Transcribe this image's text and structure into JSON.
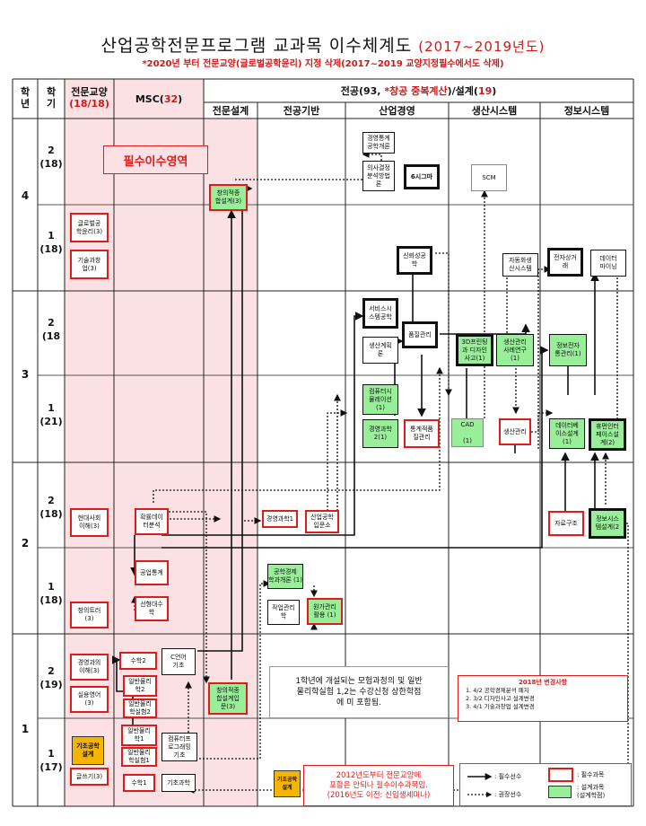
{
  "title": {
    "main": "산업공학전문프로그램 교과목 이수체계도",
    "years": "(2017~2019년도)"
  },
  "subtitle": "*2020년 부터 전문교양(글로벌공학윤리) 지정 삭제(2017~2019 교양지정필수에서도 삭제)",
  "header": {
    "year": "학\n년",
    "semester": "학\n기",
    "gen_ed": "전문교양",
    "gen_ed_credits": "(18/18)",
    "msc": "MSC(",
    "msc_credits": "32",
    "msc_close": ")",
    "major": "전공(93, ",
    "major_note": "*창공 중복계산",
    "major_mid": ")/설계(",
    "design_credits": "19",
    "major_close": ")",
    "tracks": [
      "전문설계",
      "전공기반",
      "산업경영",
      "생산시스템",
      "정보시스템"
    ]
  },
  "required_area_label": "필수이수영역",
  "years": [
    "4",
    "3",
    "2",
    "1"
  ],
  "semesters": [
    "2\n(18)",
    "1\n(18)",
    "2\n(18",
    "1\n(21)",
    "2\n(18)",
    "1\n(18)",
    "2\n(19)",
    "1\n(17)"
  ],
  "courses": {
    "y4s2_mgmt1": "경영통계\n공학개론",
    "y4s2_mgmt2": "의사결정\n분석방법\n론",
    "y4s2_sixsigma": "6시그마",
    "y4s2_scm": "SCM",
    "y4_design": "창의적종\n합설계(3)",
    "y4s1_ged1": "글로벌공\n학윤리(3)",
    "y4s1_ged2": "기술과창\n업(3)",
    "y4s1_qm": "신뢰성공\n학",
    "y4s1_auto": "자동화생\n산시스템",
    "y4s1_eb": "전자상거\n래",
    "y4s1_dm": "데이터\n마이닝",
    "y3s2_service": "서비스시\n스템공학",
    "y3s2_plan": "생산계획\n론",
    "y3s2_qc": "품질관리",
    "y3s2_3d": "3D프린팅\n과 디자인\n사고(1)",
    "y3s2_prodsys": "생산관리\n사례연구\n(1)",
    "y3s2_infomgmt": "정보전자\n통관리(1)",
    "y3s1_sim": "컴퓨터시\n뮬레이션\n(1)",
    "y3s1_or2": "경영과학\n2(1)",
    "y3s1_stat": "통계적품\n질관리",
    "y3s1_cad": "CAD\n\n(1)",
    "y3s1_prodmgmt": "생산관리",
    "y3s1_db": "데이터베\n이스설계\n(1)",
    "y3s1_hci": "휴먼인터\n페이스설\n계(2)",
    "y2s2_ged": "현대사회\n이해(3)",
    "y2s2_prob": "확률데이\n터분석",
    "y2s2_or1": "경영과학1",
    "y2s2_ie": "산업공학\n입문소",
    "y2s2_ds": "자료구조",
    "y2s2_iscd": "정보시스\n템설계(2",
    "y2s1_ged": "창의트러\n(3)",
    "y2s1_stat": "공업통계",
    "y2s1_linalg": "선형대수\n학",
    "y2s1_econ": "공학경제\n학과개론 (1)",
    "y2s1_work": "작업관리\n학",
    "y2s1_cost": "원가관리\n활용 (1)",
    "y1s2_ged1": "경영과의\n이해(3)",
    "y1s2_ged2": "실용영어\n(3)",
    "y1s2_math2": "수학2",
    "y1s2_c": "C언어\n기초",
    "y1s2_phys2": "일반물리\n학2",
    "y1s2_physlab2": "일반물리\n학실험2",
    "y1s2_design": "창의적종\n합설계입\n문(3)",
    "y1s1_orange": "기초공학\n설계",
    "y1s1_ged": "글쓰기(3)",
    "y1s1_phys1": "일반물리\n학1",
    "y1s1_physlab1": "일반물리\n학실험1",
    "y1s1_comp": "컴퓨터프\n로그래밍\n기초",
    "y1s1_math1": "수학1",
    "y1s1_chem": "기초과학"
  },
  "notes": {
    "msc_note": "1학년에 개설되는 모험과정의 및 일반\n물리학실험 1,2는 수강신청 상한학점\n에 미 포함됨.",
    "changes_title": "2018년 변경사항",
    "changes": [
      "1.    4/2 공학경제분석 폐지",
      "2.    3/2 디자인사고 설계변경",
      "3.    4/1 기술과창업 설계변경"
    ],
    "orange_label": "기초공학\n설계",
    "orange_note": "2012년도부터 전문교양에\n포함은 안되나  필수이수과목임.\n(2016년도 이전: 신입생세미나)"
  },
  "legend": {
    "required_prereq": ": 필수선수",
    "recommended_prereq": ": 권장선수",
    "required_course": ": 필수과목",
    "design_course": ": 설계과목\n(설계학점)"
  },
  "colors": {
    "red": "#e01b1b",
    "pink": "#fbe1e3",
    "green": "#99ee99",
    "orange": "#f5b400"
  }
}
